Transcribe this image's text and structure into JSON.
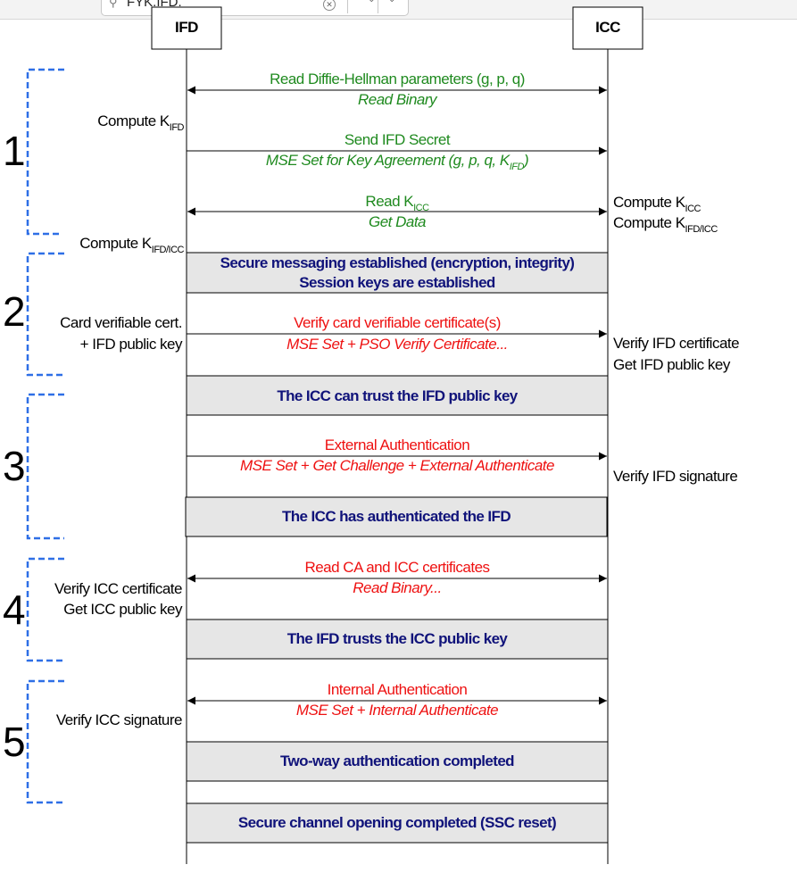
{
  "search": {
    "value": "FYK.IFD."
  },
  "lifelines": {
    "ifd": "IFD",
    "icc": "ICC"
  },
  "steps": [
    "1",
    "2",
    "3",
    "4",
    "5"
  ],
  "messages": {
    "m1_line1": "Read Diffie-Hellman parameters (g, p, q)",
    "m1_line2": "Read Binary",
    "m2_line1": "Send IFD Secret",
    "m2_line2": "MSE Set for Key Agreement (g, p, q, K",
    "m2_line2_sub": "IFD",
    "m3_line1": "Read K",
    "m3_line1_sub": "ICC",
    "m3_line2": "Get Data",
    "m4_line1": "Verify card verifiable certificate(s)",
    "m4_line2": "MSE Set + PSO Verify Certificate...",
    "m5_line1": "External Authentication",
    "m5_line2": "MSE Set + Get Challenge + External Authenticate",
    "m6_line1": "Read CA and ICC certificates",
    "m6_line2": "Read Binary...",
    "m7_line1": "Internal Authentication",
    "m7_line2": "MSE Set + Internal Authenticate"
  },
  "left_notes": {
    "compute_kifd": "Compute K",
    "compute_kifd_sub": "IFD",
    "compute_kifdicc": "Compute K",
    "compute_kifdicc_sub": "IFD/ICC",
    "card_cert": "Card verifiable cert.",
    "ifd_pubkey": "+ IFD public key",
    "verify_icc_cert": "Verify ICC certificate",
    "get_icc_pubkey": "Get ICC public key",
    "verify_icc_sig": "Verify  ICC signature"
  },
  "right_notes": {
    "compute_kicc": "Compute K",
    "compute_kicc_sub": "ICC",
    "compute_kifdicc": "Compute K",
    "compute_kifdicc_sub": "IFD/ICC",
    "verify_ifd_cert": "Verify IFD certificate",
    "get_ifd_pubkey": "Get IFD public key",
    "verify_ifd_sig": "Verify  IFD signature"
  },
  "states": {
    "s1_line1": "Secure messaging established (encryption, integrity)",
    "s1_line2": "Session keys are established",
    "s2": "The ICC can trust the IFD public key",
    "s3": "The ICC has authenticated the IFD",
    "s4": "The IFD trusts the ICC public key",
    "s5": "Two-way authentication completed",
    "s6": "Secure channel opening completed (SSC reset)"
  },
  "colors": {
    "green": "#1f8a1f",
    "red": "#ee1111",
    "navy": "#10137a",
    "bracket_blue": "#2e6fe6",
    "state_fill": "#e6e6e6"
  }
}
